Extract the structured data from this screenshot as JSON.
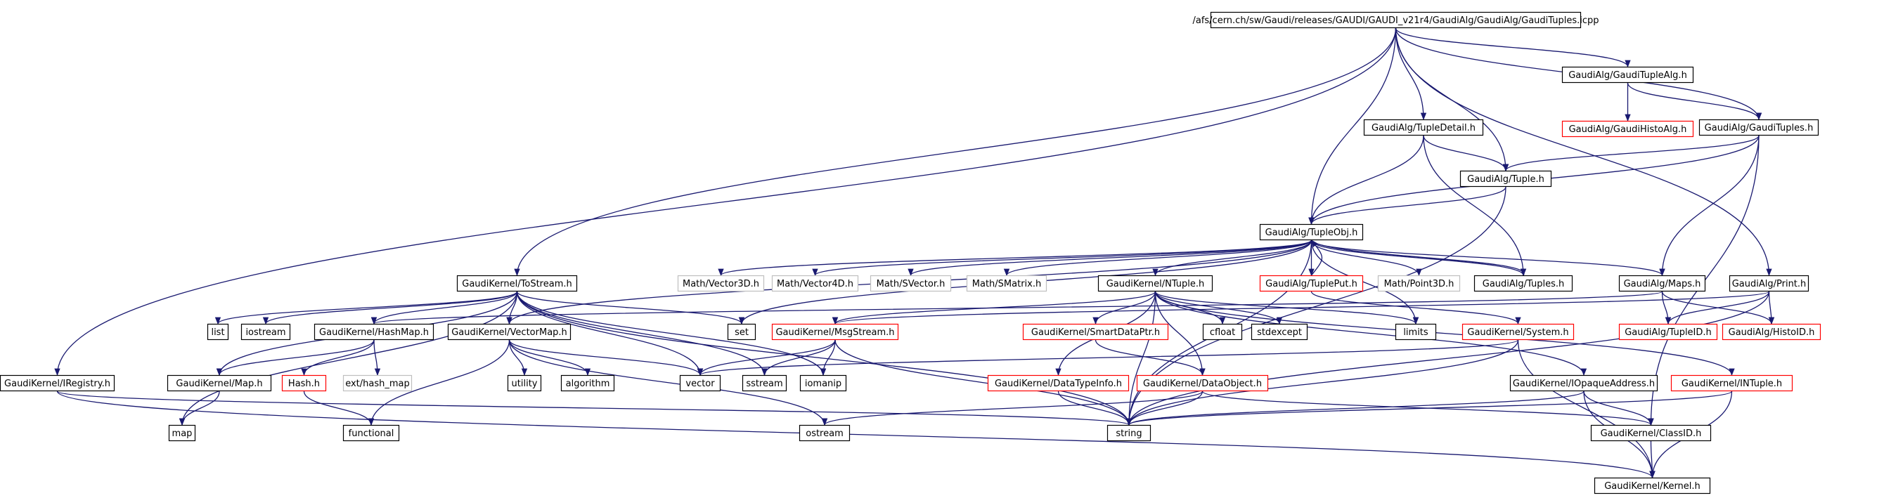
{
  "colors": {
    "edge": "#191970",
    "node_default": "#000000",
    "node_incomplete": "#ff0000",
    "node_external": "#bfbfbf",
    "node_root_fill": "#bfbfbf"
  },
  "nodes": [
    {
      "id": "root",
      "label": "/afs/cern.ch/sw/Gaudi/releases/GAUDI/GAUDI_v21r4/GaudiAlg/GaudiAlg/GaudiTuples.icpp",
      "kind": "root"
    },
    {
      "id": "tuplealg",
      "label": "GaudiAlg/GaudiTupleAlg.h",
      "kind": "default"
    },
    {
      "id": "histoalg",
      "label": "GaudiAlg/GaudiHistoAlg.h",
      "kind": "incomplete"
    },
    {
      "id": "tupledetail",
      "label": "GaudiAlg/TupleDetail.h",
      "kind": "default"
    },
    {
      "id": "gaudituples",
      "label": "GaudiAlg/GaudiTuples.h",
      "kind": "default"
    },
    {
      "id": "tuple",
      "label": "GaudiAlg/Tuple.h",
      "kind": "default"
    },
    {
      "id": "tupleobj",
      "label": "GaudiAlg/TupleObj.h",
      "kind": "default"
    },
    {
      "id": "tostream",
      "label": "GaudiKernel/ToStream.h",
      "kind": "default"
    },
    {
      "id": "vector3d",
      "label": "Math/Vector3D.h",
      "kind": "external"
    },
    {
      "id": "vector4d",
      "label": "Math/Vector4D.h",
      "kind": "external"
    },
    {
      "id": "svector",
      "label": "Math/SVector.h",
      "kind": "external"
    },
    {
      "id": "smatrix",
      "label": "Math/SMatrix.h",
      "kind": "external"
    },
    {
      "id": "ntuple",
      "label": "GaudiKernel/NTuple.h",
      "kind": "default"
    },
    {
      "id": "tupleput",
      "label": "GaudiAlg/TuplePut.h",
      "kind": "incomplete"
    },
    {
      "id": "point3d",
      "label": "Math/Point3D.h",
      "kind": "external"
    },
    {
      "id": "tuples",
      "label": "GaudiAlg/Tuples.h",
      "kind": "default"
    },
    {
      "id": "maps",
      "label": "GaudiAlg/Maps.h",
      "kind": "default"
    },
    {
      "id": "print",
      "label": "GaudiAlg/Print.h",
      "kind": "default"
    },
    {
      "id": "list",
      "label": "list",
      "kind": "default"
    },
    {
      "id": "iostream",
      "label": "iostream",
      "kind": "default"
    },
    {
      "id": "hashmap",
      "label": "GaudiKernel/HashMap.h",
      "kind": "default"
    },
    {
      "id": "vectormap",
      "label": "GaudiKernel/VectorMap.h",
      "kind": "default"
    },
    {
      "id": "set",
      "label": "set",
      "kind": "default"
    },
    {
      "id": "msgstream",
      "label": "GaudiKernel/MsgStream.h",
      "kind": "incomplete"
    },
    {
      "id": "smartdataptr",
      "label": "GaudiKernel/SmartDataPtr.h",
      "kind": "incomplete"
    },
    {
      "id": "cfloat",
      "label": "cfloat",
      "kind": "default"
    },
    {
      "id": "stdexcept",
      "label": "stdexcept",
      "kind": "default"
    },
    {
      "id": "limits",
      "label": "limits",
      "kind": "default"
    },
    {
      "id": "system",
      "label": "GaudiKernel/System.h",
      "kind": "incomplete"
    },
    {
      "id": "tupleid",
      "label": "GaudiAlg/TupleID.h",
      "kind": "incomplete"
    },
    {
      "id": "histoid",
      "label": "GaudiAlg/HistoID.h",
      "kind": "incomplete"
    },
    {
      "id": "iregistry",
      "label": "GaudiKernel/IRegistry.h",
      "kind": "default"
    },
    {
      "id": "map_h",
      "label": "GaudiKernel/Map.h",
      "kind": "default"
    },
    {
      "id": "hash_h",
      "label": "Hash.h",
      "kind": "incomplete"
    },
    {
      "id": "ext_hash_map",
      "label": "ext/hash_map",
      "kind": "external"
    },
    {
      "id": "utility",
      "label": "utility",
      "kind": "default"
    },
    {
      "id": "algorithm",
      "label": "algorithm",
      "kind": "default"
    },
    {
      "id": "vector",
      "label": "vector",
      "kind": "default"
    },
    {
      "id": "sstream",
      "label": "sstream",
      "kind": "default"
    },
    {
      "id": "iomanip",
      "label": "iomanip",
      "kind": "default"
    },
    {
      "id": "datatypeinfo",
      "label": "GaudiKernel/DataTypeInfo.h",
      "kind": "incomplete"
    },
    {
      "id": "dataobject",
      "label": "GaudiKernel/DataObject.h",
      "kind": "incomplete"
    },
    {
      "id": "iopaque",
      "label": "GaudiKernel/IOpaqueAddress.h",
      "kind": "default"
    },
    {
      "id": "intuple",
      "label": "GaudiKernel/INTuple.h",
      "kind": "incomplete"
    },
    {
      "id": "map",
      "label": "map",
      "kind": "default"
    },
    {
      "id": "functional",
      "label": "functional",
      "kind": "default"
    },
    {
      "id": "ostream",
      "label": "ostream",
      "kind": "default"
    },
    {
      "id": "string",
      "label": "string",
      "kind": "default"
    },
    {
      "id": "classid",
      "label": "GaudiKernel/ClassID.h",
      "kind": "default"
    },
    {
      "id": "kernel",
      "label": "GaudiKernel/Kernel.h",
      "kind": "default"
    }
  ],
  "edges": [
    [
      "root",
      "tuplealg"
    ],
    [
      "root",
      "gaudituples"
    ],
    [
      "root",
      "tupledetail"
    ],
    [
      "root",
      "tuple"
    ],
    [
      "root",
      "tupleobj"
    ],
    [
      "root",
      "tostream"
    ],
    [
      "root",
      "iregistry"
    ],
    [
      "root",
      "print"
    ],
    [
      "tuplealg",
      "histoalg"
    ],
    [
      "tuplealg",
      "gaudituples"
    ],
    [
      "gaudituples",
      "tuple"
    ],
    [
      "gaudituples",
      "tupleobj"
    ],
    [
      "gaudituples",
      "maps"
    ],
    [
      "gaudituples",
      "classid"
    ],
    [
      "tupledetail",
      "tupleobj"
    ],
    [
      "tupledetail",
      "tuple"
    ],
    [
      "tupledetail",
      "tuples"
    ],
    [
      "tuple",
      "tupleobj"
    ],
    [
      "tuple",
      "string"
    ],
    [
      "tupleobj",
      "vector3d"
    ],
    [
      "tupleobj",
      "vector4d"
    ],
    [
      "tupleobj",
      "svector"
    ],
    [
      "tupleobj",
      "smatrix"
    ],
    [
      "tupleobj",
      "ntuple"
    ],
    [
      "tupleobj",
      "tupleput"
    ],
    [
      "tupleobj",
      "point3d"
    ],
    [
      "tupleobj",
      "tuples"
    ],
    [
      "tupleobj",
      "maps"
    ],
    [
      "tupleobj",
      "set"
    ],
    [
      "tupleobj",
      "vectormap"
    ],
    [
      "tupleobj",
      "string"
    ],
    [
      "tupleobj",
      "limits"
    ],
    [
      "tupleput",
      "tupleobj"
    ],
    [
      "tupleput",
      "system"
    ],
    [
      "tuples",
      "tupleobj"
    ],
    [
      "tostream",
      "list"
    ],
    [
      "tostream",
      "iostream"
    ],
    [
      "tostream",
      "hashmap"
    ],
    [
      "tostream",
      "vectormap"
    ],
    [
      "tostream",
      "set"
    ],
    [
      "tostream",
      "map_h"
    ],
    [
      "tostream",
      "map"
    ],
    [
      "tostream",
      "vector"
    ],
    [
      "tostream",
      "sstream"
    ],
    [
      "tostream",
      "iomanip"
    ],
    [
      "tostream",
      "string"
    ],
    [
      "ntuple",
      "msgstream"
    ],
    [
      "ntuple",
      "smartdataptr"
    ],
    [
      "ntuple",
      "cfloat"
    ],
    [
      "ntuple",
      "stdexcept"
    ],
    [
      "ntuple",
      "limits"
    ],
    [
      "ntuple",
      "datatypeinfo"
    ],
    [
      "ntuple",
      "dataobject"
    ],
    [
      "ntuple",
      "iopaque"
    ],
    [
      "ntuple",
      "intuple"
    ],
    [
      "ntuple",
      "string"
    ],
    [
      "maps",
      "tupleid"
    ],
    [
      "maps",
      "histoid"
    ],
    [
      "maps",
      "hashmap"
    ],
    [
      "print",
      "tupleid"
    ],
    [
      "print",
      "histoid"
    ],
    [
      "print",
      "msgstream"
    ],
    [
      "print",
      "string"
    ],
    [
      "hashmap",
      "map_h"
    ],
    [
      "hashmap",
      "hash_h"
    ],
    [
      "hashmap",
      "ext_hash_map"
    ],
    [
      "vectormap",
      "utility"
    ],
    [
      "vectormap",
      "algorithm"
    ],
    [
      "vectormap",
      "vector"
    ],
    [
      "vectormap",
      "functional"
    ],
    [
      "vectormap",
      "ostream"
    ],
    [
      "msgstream",
      "vector"
    ],
    [
      "msgstream",
      "sstream"
    ],
    [
      "msgstream",
      "iomanip"
    ],
    [
      "msgstream",
      "string"
    ],
    [
      "smartdataptr",
      "dataobject"
    ],
    [
      "system",
      "vector"
    ],
    [
      "system",
      "string"
    ],
    [
      "system",
      "kernel"
    ],
    [
      "iregistry",
      "string"
    ],
    [
      "iregistry",
      "kernel"
    ],
    [
      "map_h",
      "map"
    ],
    [
      "hash_h",
      "functional"
    ],
    [
      "datatypeinfo",
      "string"
    ],
    [
      "dataobject",
      "string"
    ],
    [
      "dataobject",
      "ostream"
    ],
    [
      "dataobject",
      "classid"
    ],
    [
      "iopaque",
      "string"
    ],
    [
      "iopaque",
      "classid"
    ],
    [
      "iopaque",
      "kernel"
    ],
    [
      "intuple",
      "string"
    ],
    [
      "intuple",
      "kernel"
    ],
    [
      "classid",
      "kernel"
    ]
  ]
}
